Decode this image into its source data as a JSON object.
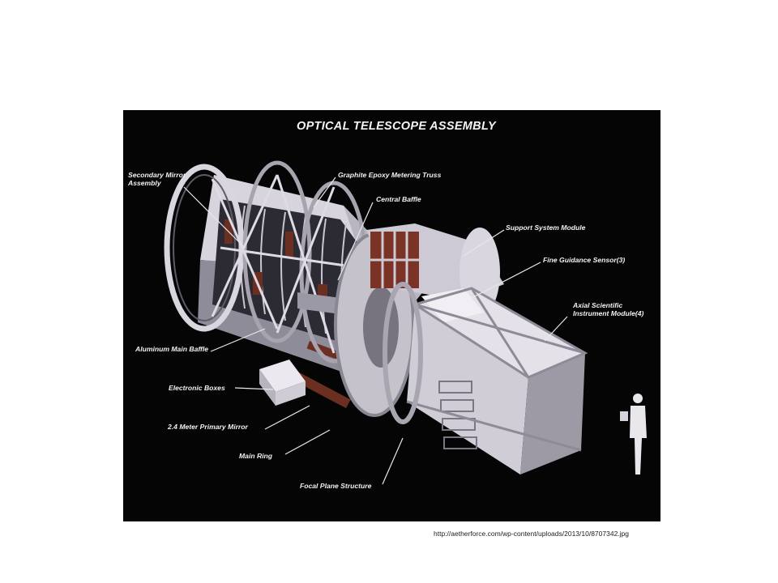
{
  "diagram": {
    "title": "OPTICAL TELESCOPE ASSEMBLY",
    "labels": {
      "secondary_mirror": "Secondary Mirror\nAssembly",
      "metering_truss": "Graphite Epoxy Metering Truss",
      "central_baffle": "Central Baffle",
      "support_system": "Support System Module",
      "fine_guidance": "Fine Guidance Sensor(3)",
      "axial_instrument": "Axial Scientific\nInstrument Module(4)",
      "main_baffle": "Aluminum Main Baffle",
      "electronic_boxes": "Electronic Boxes",
      "primary_mirror": "2.4 Meter Primary Mirror",
      "main_ring": "Main Ring",
      "focal_plane": "Focal Plane Structure"
    }
  },
  "source_url": "http://aetherforce.com/wp-content/uploads/2013/10/8707342.jpg"
}
